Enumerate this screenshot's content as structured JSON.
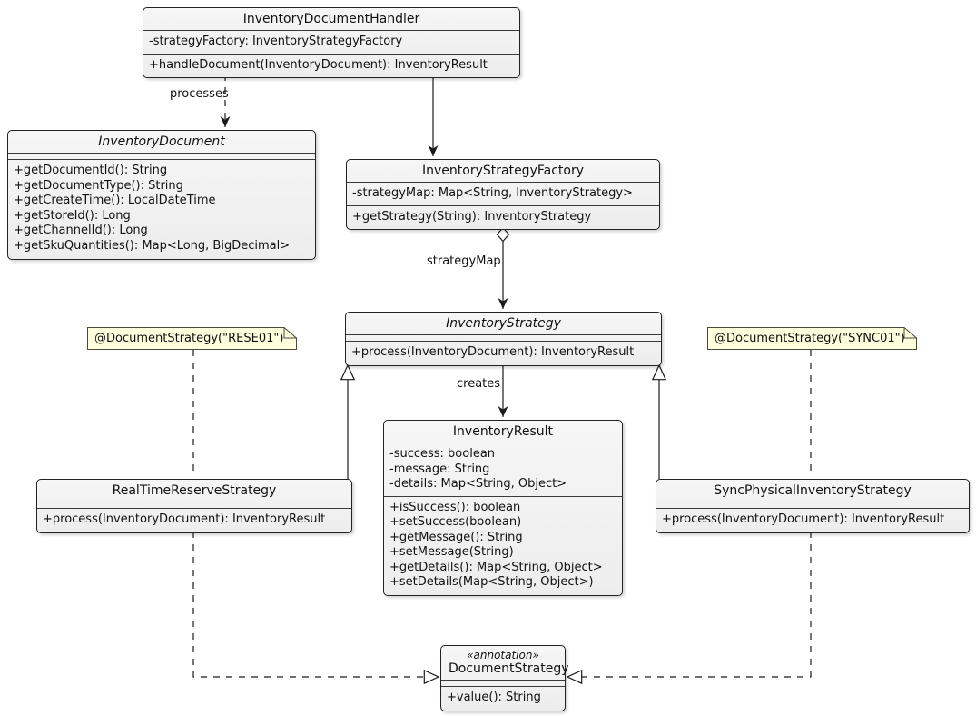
{
  "diagram_title": "Inventory Document Strategy UML Class Diagram",
  "colors": {
    "box_fill": "#F1F1F1",
    "box_border": "#222222",
    "line": "#1b1b1b",
    "note_fill": "#FEFFDD",
    "note_border": "#4a4a3a",
    "background": "#FFFFFF"
  },
  "classes": {
    "handler": {
      "title": "InventoryDocumentHandler",
      "fields": [
        "-strategyFactory: InventoryStrategyFactory"
      ],
      "methods": [
        "+handleDocument(InventoryDocument): InventoryResult"
      ]
    },
    "document": {
      "title": "InventoryDocument",
      "methods": [
        "+getDocumentId(): String",
        "+getDocumentType(): String",
        "+getCreateTime(): LocalDateTime",
        "+getStoreId(): Long",
        "+getChannelId(): Long",
        "+getSkuQuantities(): Map<Long, BigDecimal>"
      ]
    },
    "factory": {
      "title": "InventoryStrategyFactory",
      "fields": [
        "-strategyMap: Map<String, InventoryStrategy>"
      ],
      "methods": [
        "+getStrategy(String): InventoryStrategy"
      ]
    },
    "strategy": {
      "title": "InventoryStrategy",
      "methods": [
        "+process(InventoryDocument): InventoryResult"
      ]
    },
    "result": {
      "title": "InventoryResult",
      "fields": [
        "-success: boolean",
        "-message: String",
        "-details: Map<String, Object>"
      ],
      "methods": [
        "+isSuccess(): boolean",
        "+setSuccess(boolean)",
        "+getMessage(): String",
        "+setMessage(String)",
        "+getDetails(): Map<String, Object>",
        "+setDetails(Map<String, Object>)"
      ]
    },
    "realtime": {
      "title": "RealTimeReserveStrategy",
      "methods": [
        "+process(InventoryDocument): InventoryResult"
      ]
    },
    "sync": {
      "title": "SyncPhysicalInventoryStrategy",
      "methods": [
        "+process(InventoryDocument): InventoryResult"
      ]
    },
    "annotation": {
      "stereotype": "«annotation»",
      "title": "DocumentStrategy",
      "methods": [
        "+value(): String"
      ]
    }
  },
  "notes": {
    "rese01": "@DocumentStrategy(\"RESE01\")",
    "sync01": "@DocumentStrategy(\"SYNC01\")"
  },
  "edge_labels": {
    "processes": "processes",
    "strategy_map": "strategyMap",
    "creates": "creates"
  }
}
